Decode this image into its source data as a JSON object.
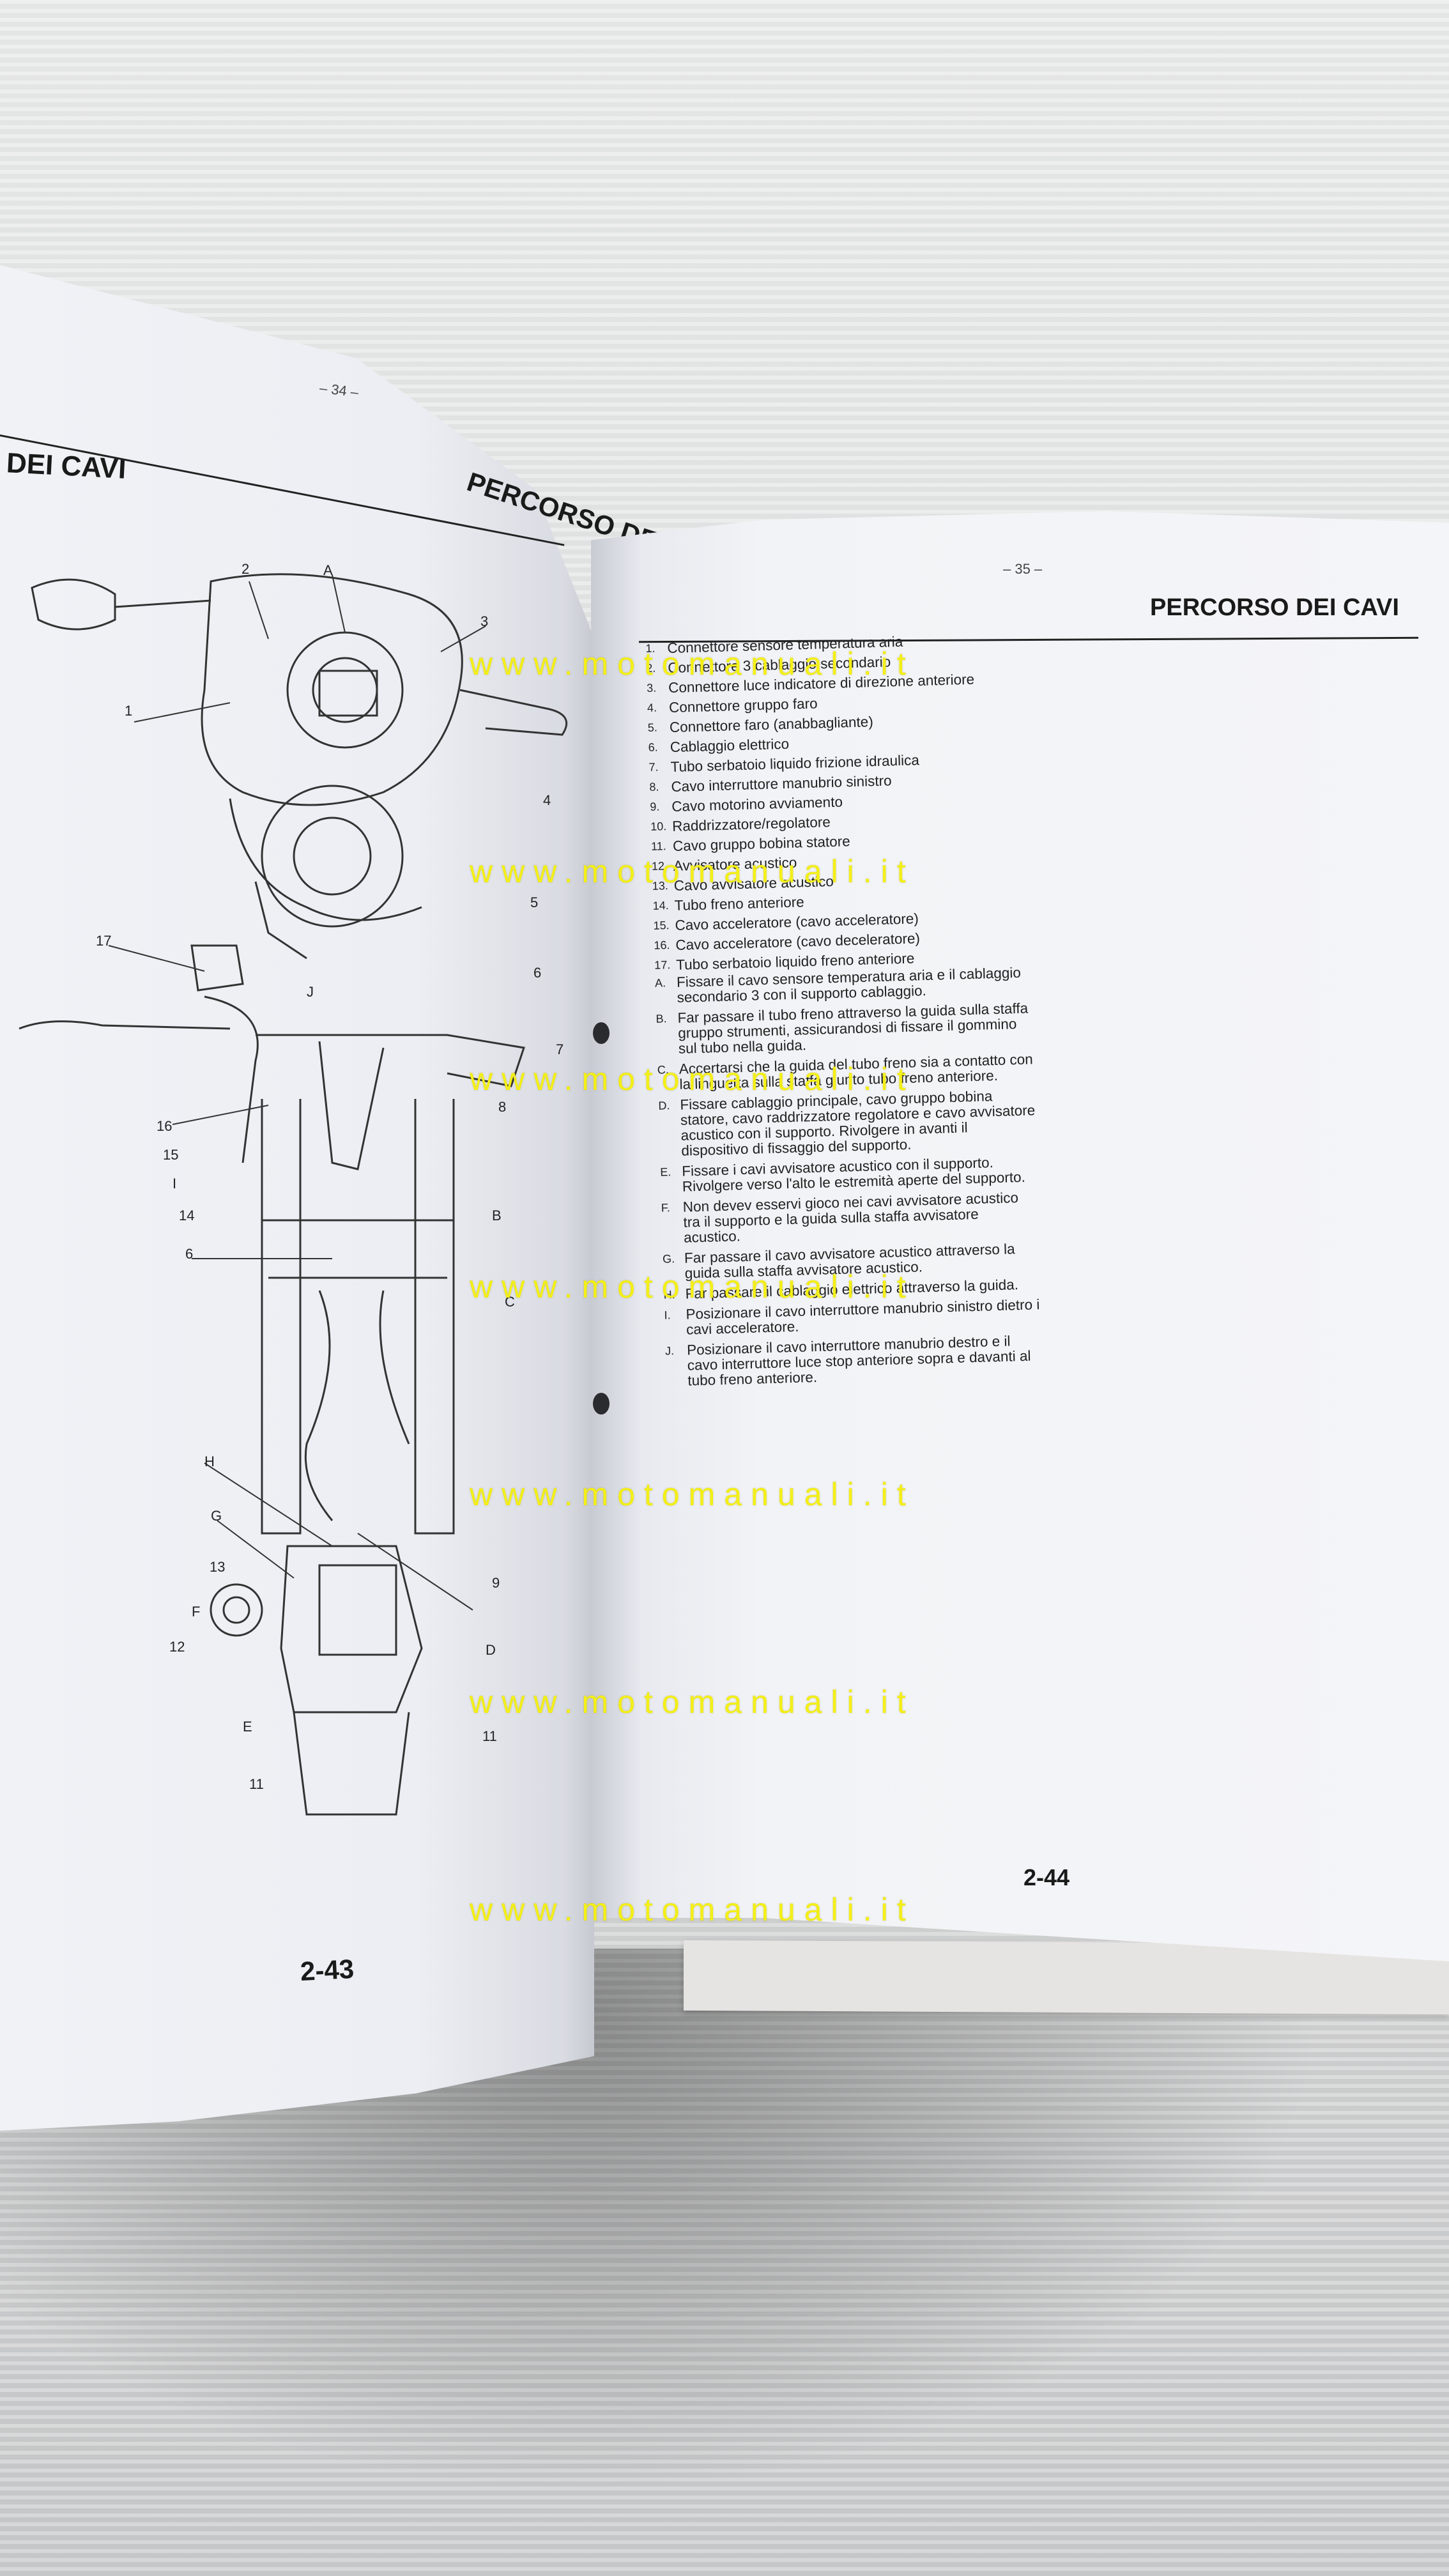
{
  "left_page": {
    "page_marker": "– 34 –",
    "header_left": "DEI CAVI",
    "header_right": "PERCORSO DE",
    "page_number": "2-43",
    "callouts": [
      "2",
      "A",
      "3",
      "1",
      "4",
      "5",
      "6",
      "17",
      "J",
      "7",
      "16",
      "15",
      "I",
      "14",
      "6",
      "B",
      "C",
      "8",
      "H",
      "G",
      "13",
      "9",
      "F",
      "12",
      "D",
      "E",
      "11",
      "11"
    ]
  },
  "right_page": {
    "page_marker": "– 35 –",
    "header": "PERCORSO DEI CAVI",
    "page_number": "2-44",
    "items": [
      {
        "n": "1.",
        "t": "Connettore sensore temperatura aria"
      },
      {
        "n": "2.",
        "t": "Connettore 3 cablaggio secondario"
      },
      {
        "n": "3.",
        "t": "Connettore luce indicatore di direzione anteriore"
      },
      {
        "n": "4.",
        "t": "Connettore gruppo faro"
      },
      {
        "n": "5.",
        "t": "Connettore faro (anabbagliante)"
      },
      {
        "n": "6.",
        "t": "Cablaggio elettrico"
      },
      {
        "n": "7.",
        "t": "Tubo serbatoio liquido frizione idraulica"
      },
      {
        "n": "8.",
        "t": "Cavo interruttore manubrio sinistro"
      },
      {
        "n": "9.",
        "t": "Cavo motorino avviamento"
      },
      {
        "n": "10.",
        "t": "Raddrizzatore/regolatore"
      },
      {
        "n": "11.",
        "t": "Cavo gruppo bobina statore"
      },
      {
        "n": "12.",
        "t": "Avvisatore acustico"
      },
      {
        "n": "13.",
        "t": "Cavo avvisatore acustico"
      },
      {
        "n": "14.",
        "t": "Tubo freno anteriore"
      },
      {
        "n": "15.",
        "t": "Cavo acceleratore (cavo acceleratore)"
      },
      {
        "n": "16.",
        "t": "Cavo acceleratore (cavo deceleratore)"
      },
      {
        "n": "17.",
        "t": "Tubo serbatoio liquido freno anteriore"
      }
    ],
    "notes": [
      {
        "n": "A.",
        "t": "Fissare il cavo sensore temperatura aria e il cablaggio secondario 3 con il supporto cablaggio."
      },
      {
        "n": "B.",
        "t": "Far passare il tubo freno attraverso la guida sulla staffa gruppo strumenti, assicurandosi di fissare il gommino sul tubo nella guida."
      },
      {
        "n": "C.",
        "t": "Accertarsi che la guida del tubo freno sia a contatto con la linguetta sulla staffa giunto tubo freno anteriore."
      },
      {
        "n": "D.",
        "t": "Fissare cablaggio principale, cavo gruppo bobina statore, cavo raddrizzatore regolatore e cavo avvisatore acustico con il supporto. Rivolgere in avanti il dispositivo di fissaggio del supporto."
      },
      {
        "n": "E.",
        "t": "Fissare i cavi avvisatore acustico con il supporto. Rivolgere verso l'alto le estremità aperte del supporto."
      },
      {
        "n": "F.",
        "t": "Non devev esservi gioco nei cavi avvisatore acustico tra il supporto e la guida sulla staffa avvisatore acustico."
      },
      {
        "n": "G.",
        "t": "Far passare il cavo avvisatore acustico attraverso la guida sulla staffa avvisatore acustico."
      },
      {
        "n": "H.",
        "t": "Far passare il cablaggio elettrico attraverso la guida."
      },
      {
        "n": "I.",
        "t": "Posizionare il cavo interruttore manubrio sinistro dietro i cavi acceleratore."
      },
      {
        "n": "J.",
        "t": "Posizionare il cavo interruttore manubrio destro e il cavo interruttore luce stop anteriore sopra e davanti al tubo freno anteriore."
      }
    ]
  },
  "watermark": {
    "text": "www.motomanuali.it",
    "color": "#f4ef16",
    "count": 7
  }
}
